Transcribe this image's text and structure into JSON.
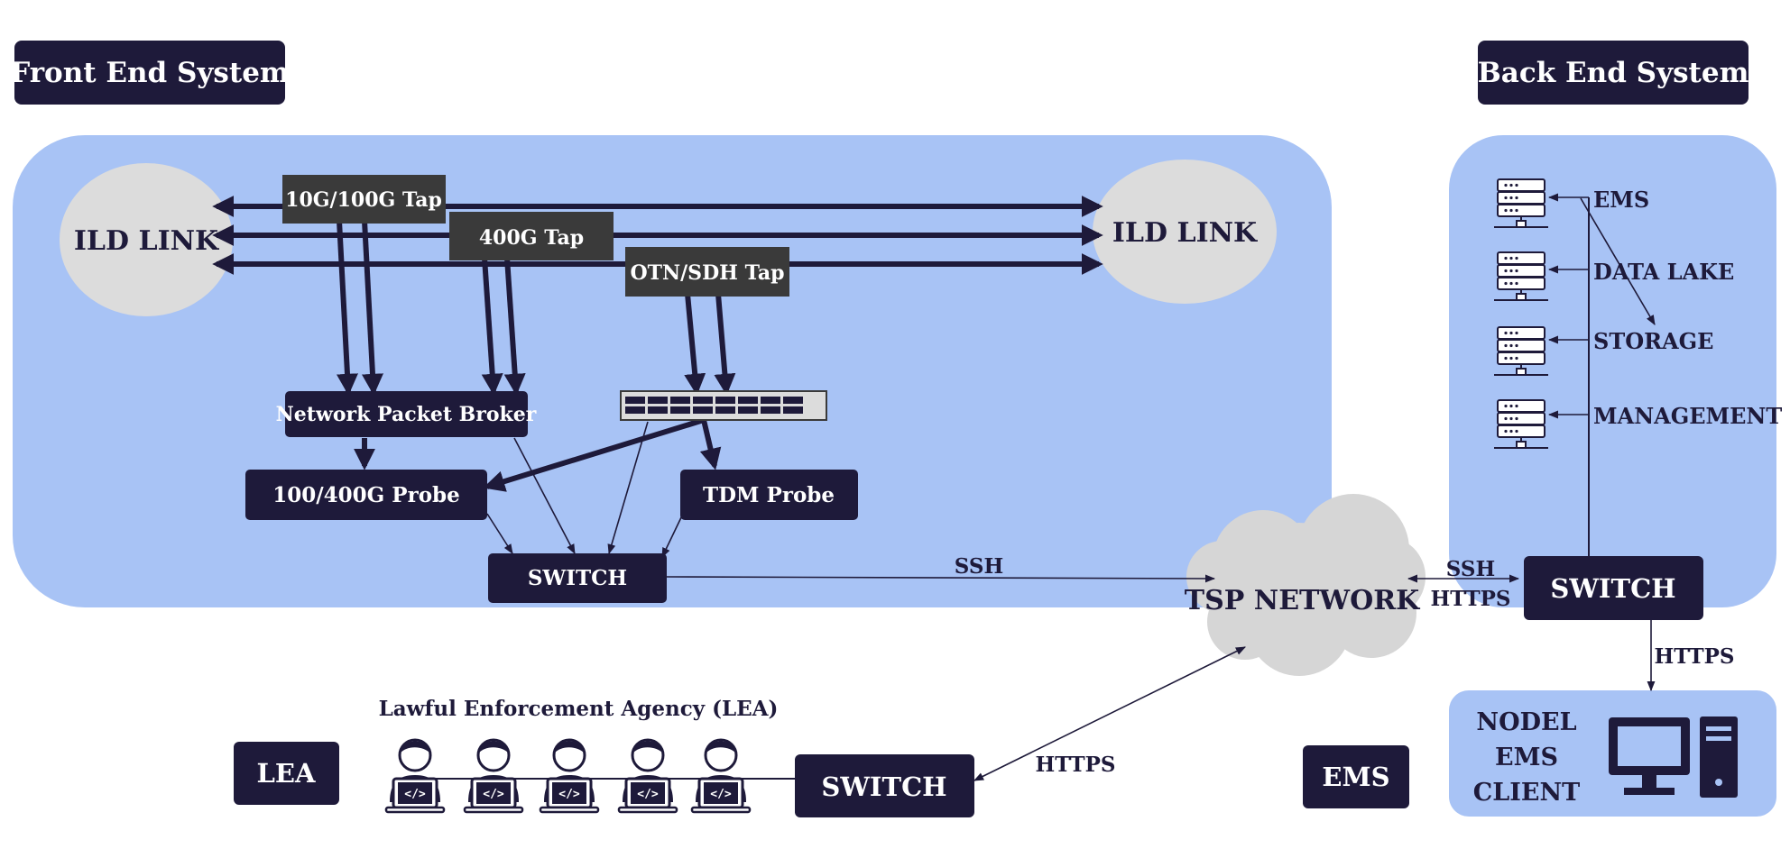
{
  "titles": {
    "front_end": "Front End System",
    "back_end": "Back End System"
  },
  "front": {
    "ild_link_left": "ILD LINK",
    "ild_link_right": "ILD LINK",
    "tap_10g_100g": "10G/100G Tap",
    "tap_400g": "400G Tap",
    "tap_otn_sdh": "OTN/SDH Tap",
    "network_packet_broker": "Network Packet Broker",
    "probe_100_400g": "100/400G Probe",
    "tdm_probe": "TDM Probe",
    "switch": "SWITCH",
    "device_icon": "rack-switch-hardware-icon"
  },
  "links": {
    "ssh_front_to_tsp": "SSH",
    "ssh_tsp_to_back": "SSH",
    "https_tsp_to_back": "HTTPS",
    "https_back_to_client": "HTTPS",
    "https_lea_to_tsp": "HTTPS"
  },
  "tsp_network": "TSP NETWORK",
  "back": {
    "servers": [
      "EMS",
      "DATA LAKE",
      "STORAGE",
      "MANAGEMENT"
    ],
    "server_icon": "server-rack-icon",
    "switch": "SWITCH"
  },
  "client": {
    "label_lines": [
      "NODEL",
      "EMS",
      "CLIENT"
    ],
    "icon": "desktop-computer-icon"
  },
  "lea": {
    "label": "LEA",
    "caption": "Lawful Enforcement Agency (LEA)",
    "switch": "SWITCH",
    "user_count": 5,
    "user_icon": "developer-at-laptop-icon"
  },
  "ems_label": "EMS",
  "colors": {
    "navy": "#1e1a3a",
    "panel_blue": "#a8c3f5",
    "ild_grey": "#dcdcdc",
    "tap_grey": "#3a3a3a",
    "cloud_grey": "#d6d6d6",
    "white": "#ffffff"
  }
}
